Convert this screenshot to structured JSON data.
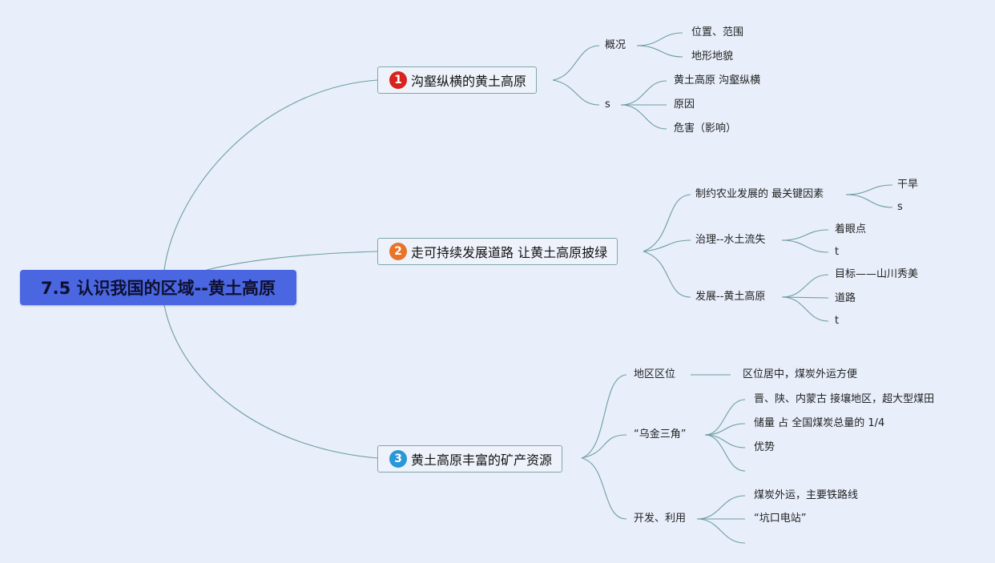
{
  "colors": {
    "background": "#e8eefa",
    "root_fill": "#4a66e0",
    "connector": "#6d9fa0",
    "badge_1": "#d8231e",
    "badge_2": "#e8742a",
    "badge_3": "#2a97d8"
  },
  "root": {
    "title": "7.5 认识我国的区域--黄土高原"
  },
  "branches": [
    {
      "badge": "1",
      "label": "沟壑纵横的黄土高原",
      "children": [
        {
          "label": "概况",
          "children": [
            "位置、范围",
            "地形地貌"
          ]
        },
        {
          "label": "s",
          "children": [
            "黄土高原 沟壑纵横",
            "原因",
            "危害（影响）"
          ]
        }
      ]
    },
    {
      "badge": "2",
      "label": "走可持续发展道路 让黄土高原披绿",
      "children": [
        {
          "label": "制约农业发展的 最关键因素",
          "children": [
            "干旱",
            "s"
          ]
        },
        {
          "label": "治理--水土流失",
          "children": [
            "着眼点",
            "t"
          ]
        },
        {
          "label": "发展--黄土高原",
          "children": [
            "目标——山川秀美",
            "道路",
            "t"
          ]
        }
      ]
    },
    {
      "badge": "3",
      "label": "黄土高原丰富的矿产资源",
      "children": [
        {
          "label": "地区区位",
          "children": [
            "区位居中，煤炭外运方便"
          ]
        },
        {
          "label": "“乌金三角”",
          "children": [
            "晋、陕、内蒙古 接壤地区，超大型煤田",
            "储量 占 全国煤炭总量的 1/4",
            "优势",
            ""
          ]
        },
        {
          "label": "开发、利用",
          "children": [
            "煤炭外运，主要铁路线",
            "“坑口电站”",
            ""
          ]
        }
      ]
    }
  ]
}
